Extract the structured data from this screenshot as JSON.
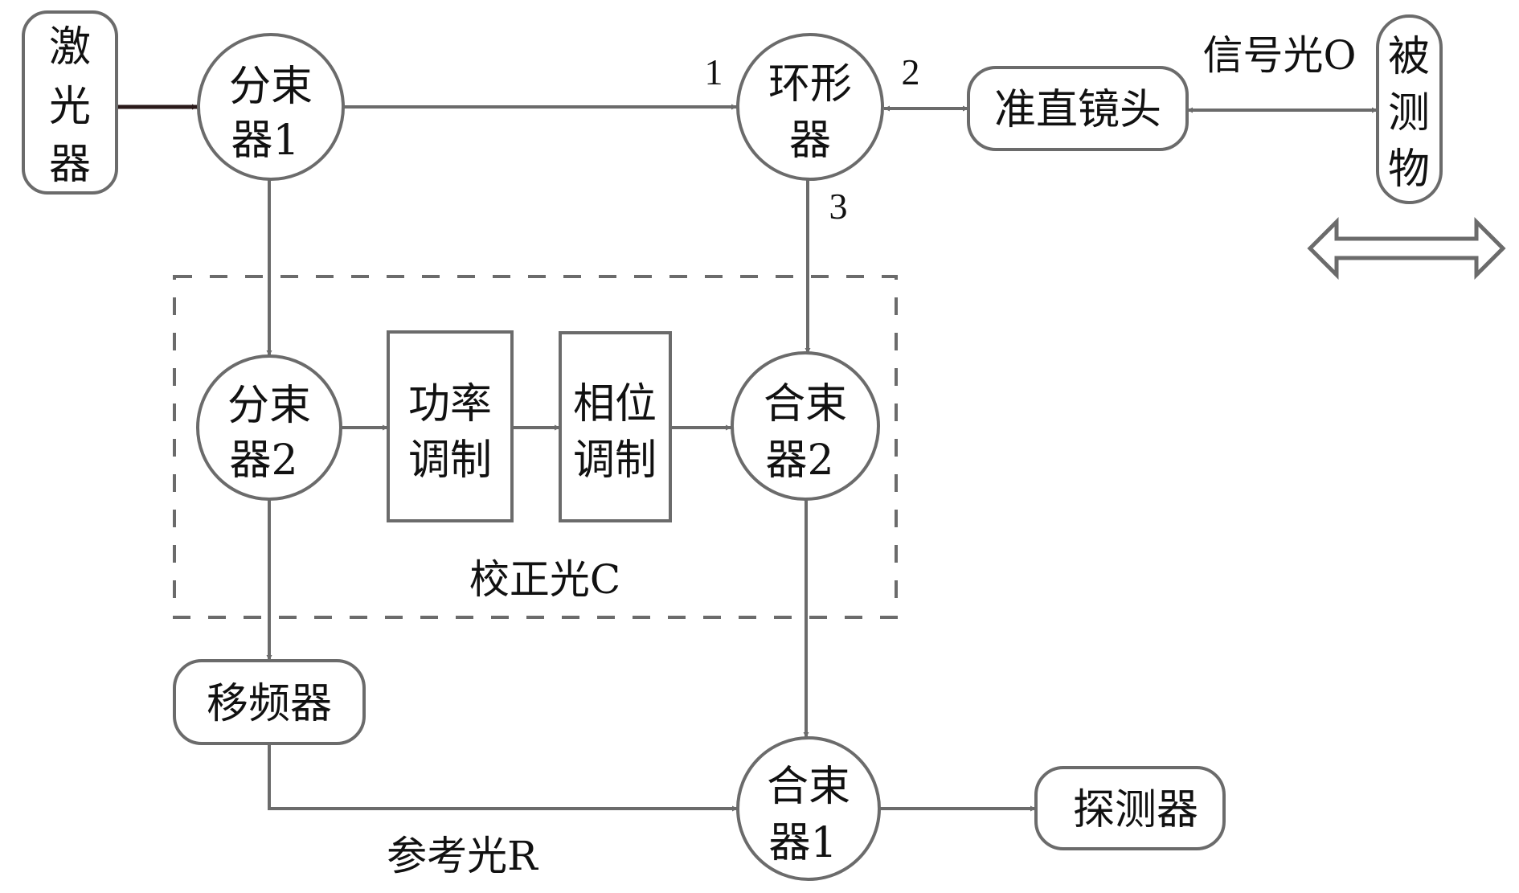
{
  "title": "外差干涉测量系统光路示意图",
  "colors": {
    "stroke": "#6b6b6b",
    "laser_arrow": "#2a1a1a",
    "text": "#111111",
    "background": "#ffffff"
  },
  "nodes": {
    "laser": {
      "label": "激光器",
      "lines": [
        "激",
        "光",
        "器"
      ]
    },
    "splitter1": {
      "label": "分束器1",
      "lines": [
        "分束",
        "器1"
      ]
    },
    "circulator": {
      "label": "环形器",
      "lines": [
        "环形",
        "器"
      ]
    },
    "collimator": {
      "label": "准直镜头",
      "lines": [
        "准直镜头"
      ]
    },
    "target": {
      "label": "被测物",
      "lines": [
        "被",
        "测",
        "物"
      ]
    },
    "splitter2": {
      "label": "分束器2",
      "lines": [
        "分束",
        "器2"
      ]
    },
    "power_mod": {
      "label": "功率调制",
      "lines": [
        "功率",
        "调制"
      ]
    },
    "phase_mod": {
      "label": "相位调制",
      "lines": [
        "相位",
        "调制"
      ]
    },
    "combiner2": {
      "label": "合束器2",
      "lines": [
        "合束",
        "器2"
      ]
    },
    "freq_shifter": {
      "label": "移频器",
      "lines": [
        "移频器"
      ]
    },
    "combiner1": {
      "label": "合束器1",
      "lines": [
        "合束",
        "器1"
      ]
    },
    "detector": {
      "label": "探测器",
      "lines": [
        "探测器"
      ]
    }
  },
  "labels": {
    "signal_light": "信号光O",
    "calibration_light": "校正光C",
    "reference_light": "参考光R",
    "port1": "1",
    "port2": "2",
    "port3": "3"
  },
  "icons": {
    "target_motion": "double-headed-outline-arrow"
  },
  "connections": [
    {
      "from": "laser",
      "to": "splitter1",
      "type": "arrow"
    },
    {
      "from": "splitter1",
      "to": "circulator",
      "type": "arrow",
      "port": "1"
    },
    {
      "from": "circulator",
      "to": "collimator",
      "type": "bidirectional",
      "port": "2"
    },
    {
      "from": "collimator",
      "to": "target",
      "type": "bidirectional",
      "label": "信号光O"
    },
    {
      "from": "circulator",
      "to": "combiner2",
      "type": "arrow",
      "port": "3"
    },
    {
      "from": "splitter1",
      "to": "splitter2",
      "type": "arrow"
    },
    {
      "from": "splitter2",
      "to": "power_mod",
      "type": "arrow"
    },
    {
      "from": "power_mod",
      "to": "phase_mod",
      "type": "arrow"
    },
    {
      "from": "phase_mod",
      "to": "combiner2",
      "type": "arrow"
    },
    {
      "from": "splitter2",
      "to": "freq_shifter",
      "type": "arrow"
    },
    {
      "from": "freq_shifter",
      "to": "combiner1",
      "type": "arrow",
      "label": "参考光R"
    },
    {
      "from": "combiner2",
      "to": "combiner1",
      "type": "arrow"
    },
    {
      "from": "combiner1",
      "to": "detector",
      "type": "arrow"
    }
  ],
  "groups": [
    {
      "name": "calibration-group",
      "label": "校正光C",
      "members": [
        "splitter2",
        "power_mod",
        "phase_mod",
        "combiner2"
      ],
      "style": "dashed"
    }
  ]
}
